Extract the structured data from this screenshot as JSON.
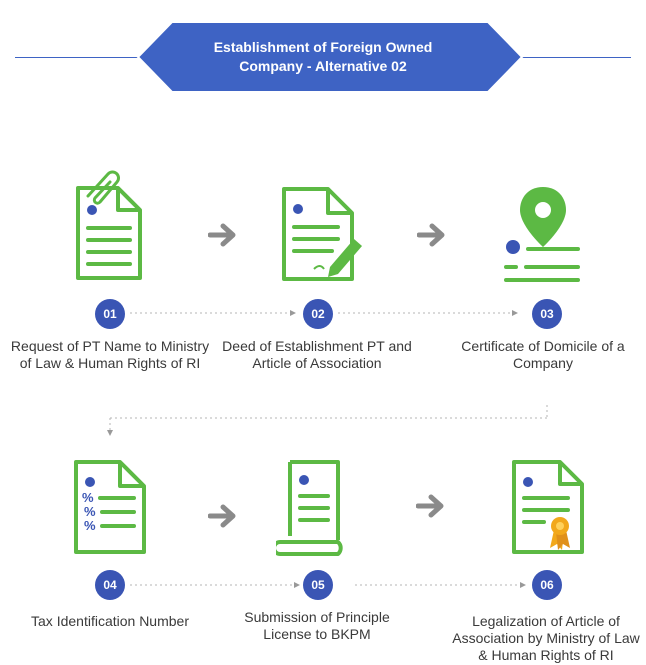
{
  "header": {
    "title_line1": "Establishment of Foreign Owned",
    "title_line2_prefix": "Company - ",
    "title_line2_bold": "Alternative 02"
  },
  "steps": [
    {
      "number": "01",
      "caption": "Request of PT Name to Ministry of Law & Human Rights of RI",
      "icon": "document-paperclip-icon"
    },
    {
      "number": "02",
      "caption": "Deed of Establishment PT and Article of Association",
      "icon": "document-pen-icon"
    },
    {
      "number": "03",
      "caption": "Certificate of Domicile of a Company",
      "icon": "location-pin-icon"
    },
    {
      "number": "04",
      "caption": "Tax Identification Number",
      "icon": "tax-document-icon"
    },
    {
      "number": "05",
      "caption": "Submission of Principle License to BKPM",
      "icon": "scroll-icon"
    },
    {
      "number": "06",
      "caption": "Legalization of Article of Association by Ministry of Law & Human Rights of RI",
      "icon": "certificate-ribbon-icon"
    }
  ],
  "colors": {
    "banner": "#3e63c4",
    "icon_green": "#5cb944",
    "badge_blue": "#3a55b4",
    "arrow_gray": "#8a8a8a",
    "seal_orange": "#f2a81b"
  }
}
